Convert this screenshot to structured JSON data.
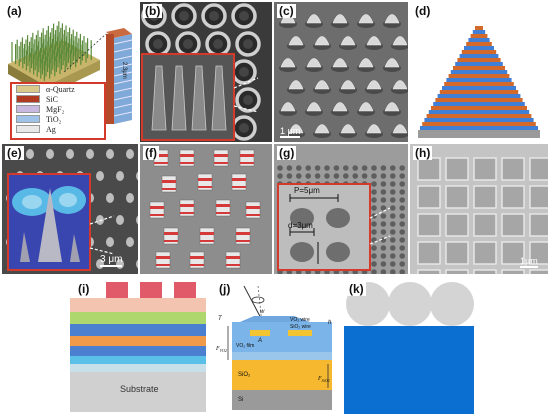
{
  "panels": {
    "a": {
      "label": "(a)",
      "legend": [
        "α-Quartz",
        "SiC",
        "MgF₂",
        "TiO₂",
        "Ag"
      ],
      "legend_colors": [
        "#d9c98a",
        "#b03a22",
        "#c9b8df",
        "#9fc3e8",
        "#e8e8e8"
      ],
      "height_label": "2.3μm"
    },
    "b": {
      "label": "(b)"
    },
    "c": {
      "label": "(c)",
      "scale_text": "1 μm"
    },
    "d": {
      "label": "(d)"
    },
    "e": {
      "label": "(e)",
      "scale_text": "3 μm"
    },
    "f": {
      "label": "(f)"
    },
    "g": {
      "label": "(g)",
      "pitch_text": "P=5μm",
      "diameter_text": "d=3μm"
    },
    "h": {
      "label": "(h)",
      "scale_text": "1μm"
    },
    "i": {
      "label": "(i)",
      "substrate_text": "Substrate"
    },
    "j": {
      "label": "(j)",
      "vo2_wire": "VO₂ wire",
      "sio2_wire": "SiO₂ wire",
      "vo2_film": "VO₂ film",
      "sio2_layer": "SiO₂",
      "si_layer": "Si",
      "sym_w": "w",
      "sym_t": "T",
      "sym_h": "h",
      "sym_a": "A",
      "sym_f1": "F",
      "sym_f2": "F",
      "sub_f1": "VO2",
      "sub_f2": "SiO2"
    },
    "k": {
      "label": "(k)"
    }
  }
}
